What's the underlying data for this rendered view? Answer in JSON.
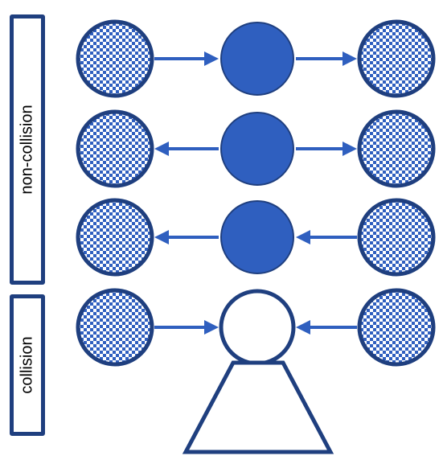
{
  "groups": {
    "non_collision_label": "non-collision",
    "collision_label": "collision"
  },
  "colors": {
    "particle_fill": "#2f5fbf",
    "particle_outline": "#1f3f7f",
    "checker_light": "#ffffff",
    "arrow": "#2f5fbf",
    "box_outline": "#1f3f7f"
  },
  "rows": [
    {
      "name": "row-1",
      "center": "solid",
      "left_arrow": "right",
      "right_arrow": "right"
    },
    {
      "name": "row-2",
      "center": "solid",
      "left_arrow": "left",
      "right_arrow": "right"
    },
    {
      "name": "row-3",
      "center": "solid",
      "left_arrow": "left",
      "right_arrow": "left"
    },
    {
      "name": "row-4",
      "center": "hollow",
      "left_arrow": "right",
      "right_arrow": "left"
    }
  ]
}
